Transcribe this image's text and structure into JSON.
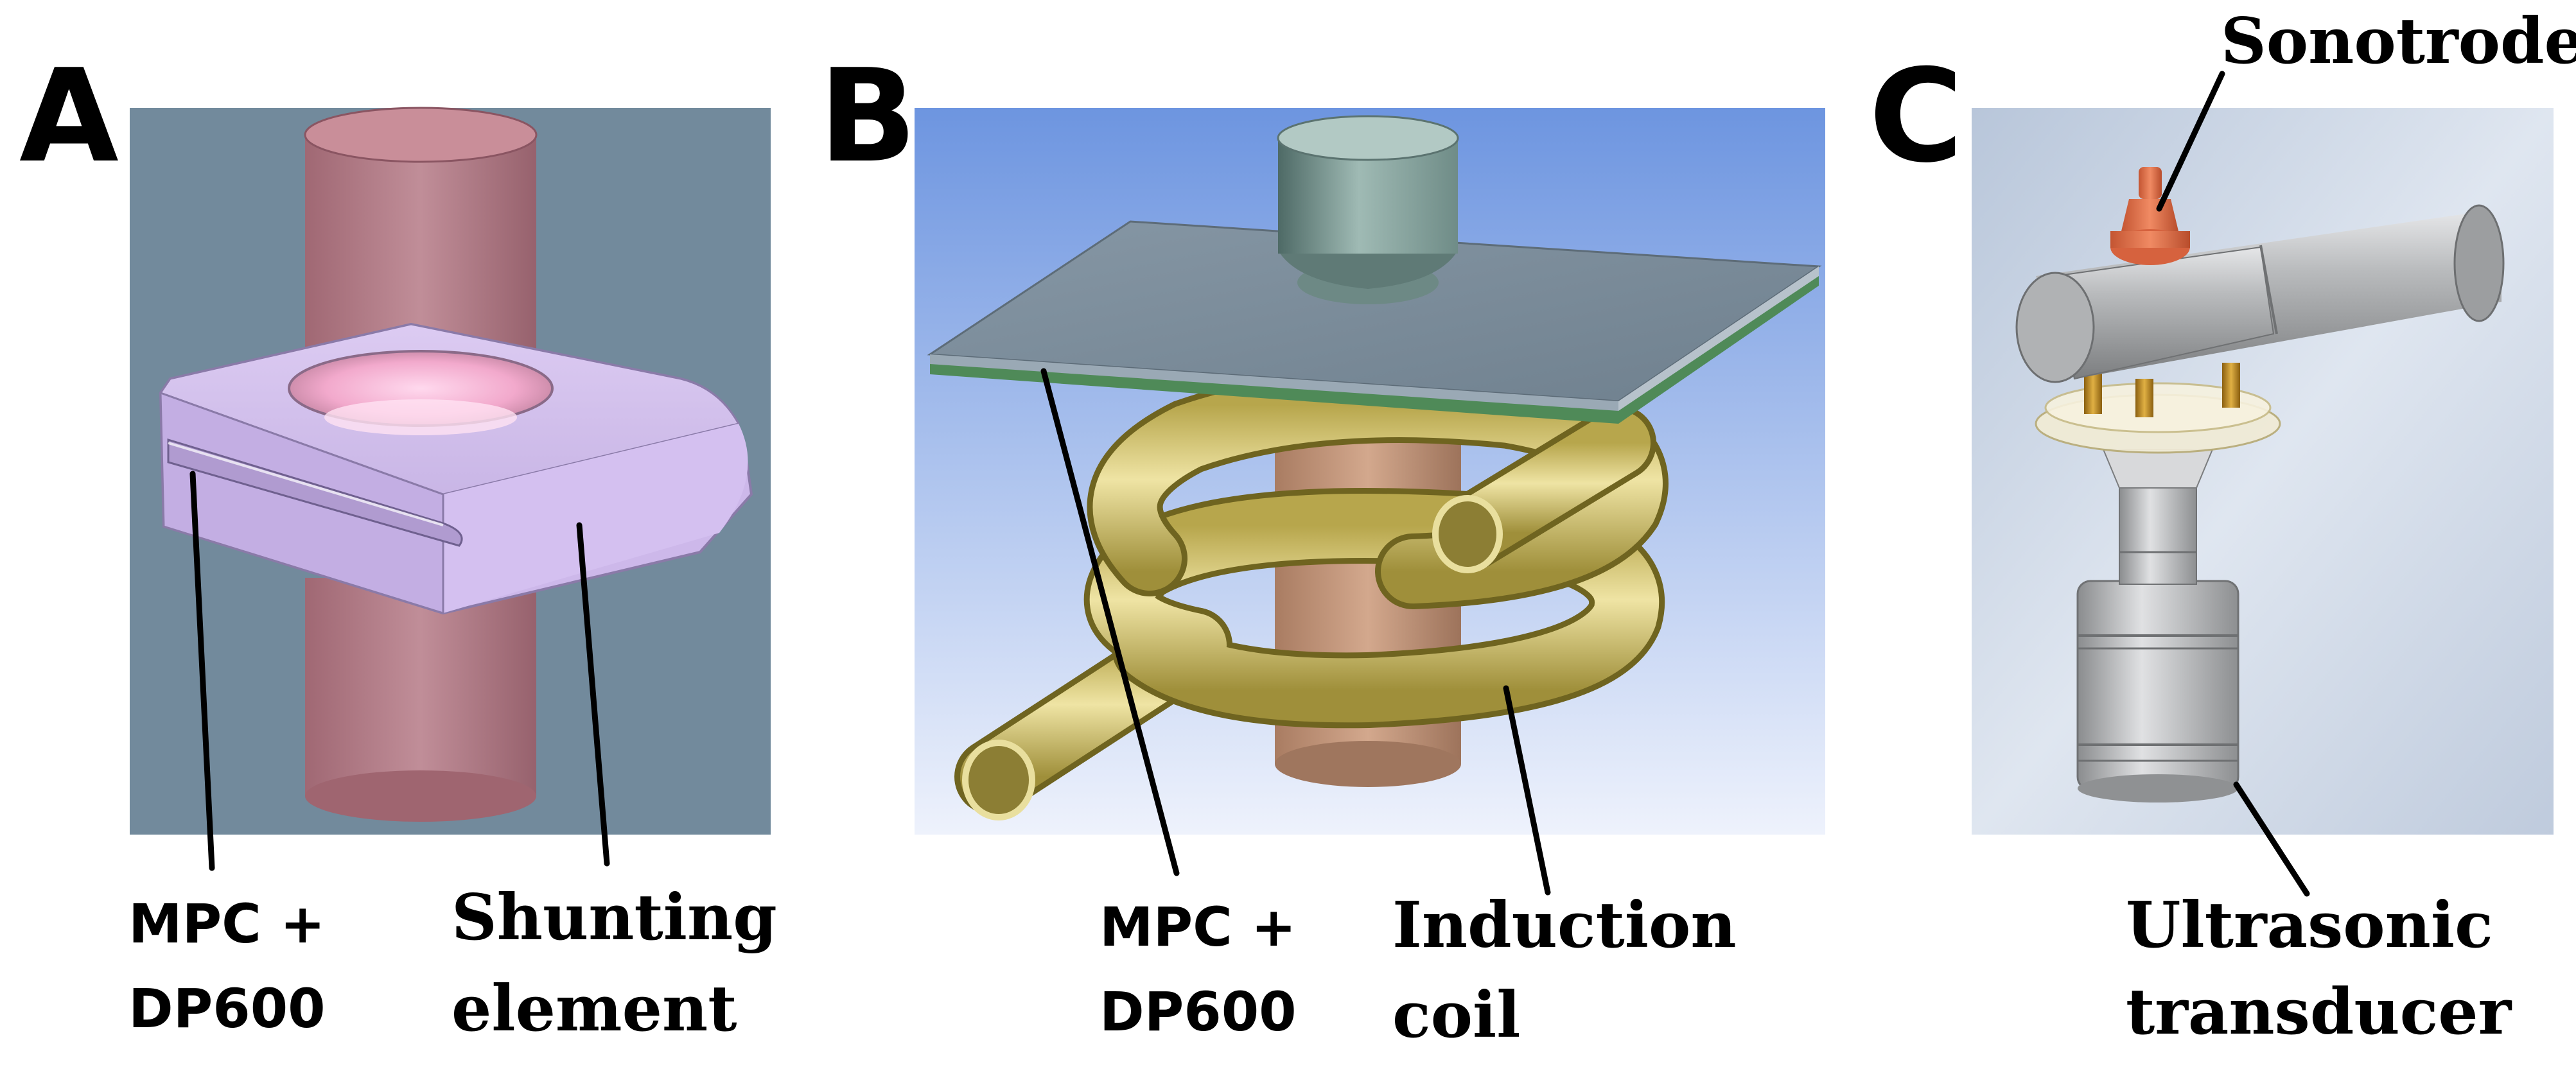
{
  "panels": [
    {
      "letter": "A",
      "labels": {
        "left": [
          "MPC +",
          "DP600"
        ],
        "right": [
          "Shunting",
          "element"
        ]
      }
    },
    {
      "letter": "B",
      "labels": {
        "left": [
          "MPC +",
          "DP600"
        ],
        "right": [
          "Induction",
          "coil"
        ]
      }
    },
    {
      "letter": "C",
      "labels": {
        "top": "Sonotrode",
        "bottom": [
          "Ultrasonic",
          "transducer"
        ]
      }
    }
  ],
  "colors": {
    "panel_a_background": "#728a9c",
    "electrode": "#b87a86",
    "shunting_element": "#d8c4ef",
    "panel_b_background_top": "#6d95e0",
    "panel_b_background_bottom": "#eef2fc",
    "coil": "#d9cc7a",
    "sheet": "#7d8d9b",
    "core": "#c4987e",
    "cap": "#9ab5b0",
    "panel_c_background": "#c9d4e4",
    "sonotrode": "#e0704c",
    "transducer_metal": "#a9abad",
    "brass_pins": "#b8871e"
  }
}
